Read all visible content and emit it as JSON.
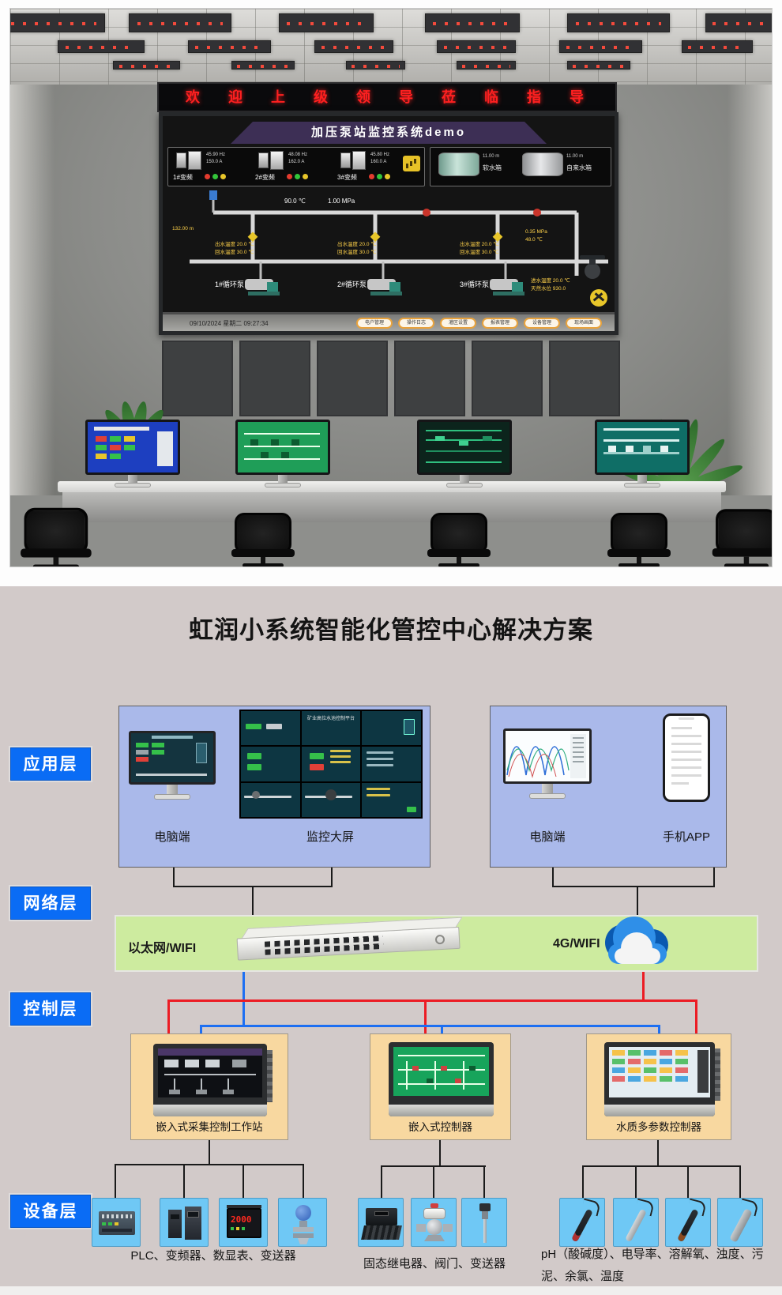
{
  "title": "虹润小系统智能化管控中心解决方案",
  "photo": {
    "banner_text": "欢迎上级领导莅临指导",
    "screen": {
      "title": "加压泵站监控系统demo",
      "vfd_units": [
        {
          "label": "1#变频",
          "hz": "45.90 Hz",
          "amp": "150.0 A"
        },
        {
          "label": "2#变频",
          "hz": "48.08 Hz",
          "amp": "162.0 A"
        },
        {
          "label": "3#变频",
          "hz": "45.80 Hz",
          "amp": "160.0 A"
        }
      ],
      "tanks": [
        {
          "label": "软水箱",
          "value": "11.00 m"
        },
        {
          "label": "自来水箱",
          "value": "11.00 m"
        }
      ],
      "pump_labels": [
        "1#循环泵",
        "2#循环泵",
        "3#循环泵"
      ],
      "mimic": {
        "temp_top": "90.0 ℃",
        "pressure_top": "1.00 MPa",
        "supply_temp": "出水温度 20.0 ℃",
        "return_temp": "回水温度 30.0 ℃",
        "level": "132.00 m",
        "pressure_right": "0.35 MPa",
        "temp_right": "48.0 ℃",
        "inlet_temp": "进水温度 20.0 ℃",
        "raw_level": "天然水位 930.0"
      },
      "datetime": "09/10/2024 星期二 09:27:34",
      "buttons": [
        "电户管理",
        "操作日志",
        "灌区设置",
        "报表管理",
        "设备管理",
        "现场画面"
      ]
    }
  },
  "diagram": {
    "layers": [
      {
        "label": "应用层"
      },
      {
        "label": "网络层"
      },
      {
        "label": "控制层"
      },
      {
        "label": "设备层"
      }
    ],
    "application": {
      "wall_title": "矿业高位水池控制平台",
      "left_devices": [
        {
          "label": "电脑端"
        },
        {
          "label": "监控大屏"
        }
      ],
      "right_devices": [
        {
          "label": "电脑端"
        },
        {
          "label": "手机APP"
        }
      ]
    },
    "network": {
      "wired_label": "以太网/WIFI",
      "wireless_label": "4G/WIFI"
    },
    "control_nodes": [
      {
        "label": "嵌入式采集控制工作站"
      },
      {
        "label": "嵌入式控制器"
      },
      {
        "label": "水质多参数控制器"
      }
    ],
    "device_groups": [
      {
        "caption": "PLC、变频器、数显表、变送器",
        "meter_reading": "2000"
      },
      {
        "caption": "固态继电器、阀门、变送器"
      },
      {
        "caption": "pH（酸碱度）、电导率、溶解氧、浊度、污泥、余氯、温度"
      }
    ]
  },
  "colors": {
    "page-bg": "#d2cac9",
    "accent-blue": "#0a6cf5",
    "app-box": "#aab9ea",
    "network": "#cdeb9f",
    "control": "#f8d8a0",
    "tile": "#6fc8f5",
    "line-red": "#ec1c24",
    "line-blue": "#1d6ff2",
    "line-black": "#1a1a1a"
  }
}
